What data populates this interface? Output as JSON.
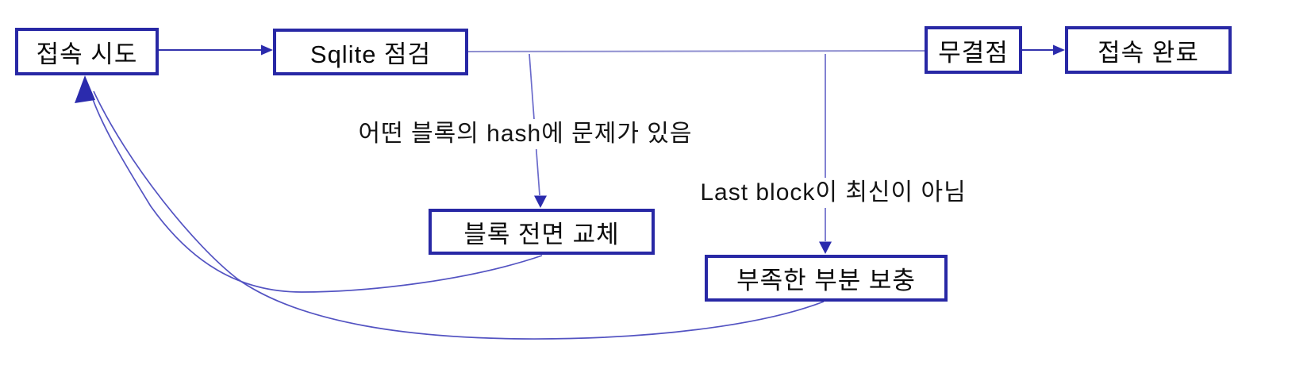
{
  "diagram": {
    "background": "#ffffff",
    "colors": {
      "box_border": "#2828a5",
      "box_fill": "#ffffff",
      "text": "#0a0a0a",
      "connector_dark": "#3333ad",
      "connector_light": "#8f8fd0",
      "connector_curve": "#5353c2",
      "arrowhead": "#2b2bad"
    },
    "nodes": [
      {
        "id": "attempt",
        "label": "접속 시도"
      },
      {
        "id": "sqlite-check",
        "label": "Sqlite 점검"
      },
      {
        "id": "no-defect",
        "label": "무결점"
      },
      {
        "id": "complete",
        "label": "접속 완료"
      },
      {
        "id": "replace-blocks",
        "label": "블록 전면 교체"
      },
      {
        "id": "fill-missing",
        "label": "부족한 부분 보충"
      }
    ],
    "edge_labels": [
      {
        "id": "hash-problem",
        "text": "어떤 블록의 hash에 문제가 있음"
      },
      {
        "id": "not-latest",
        "text": "Last block이 최신이 아님"
      }
    ],
    "edges": [
      {
        "from": "접속 시도",
        "to": "Sqlite 점검",
        "label": ""
      },
      {
        "from": "Sqlite 점검",
        "to": "무결점",
        "label": ""
      },
      {
        "from": "무결점",
        "to": "접속 완료",
        "label": ""
      },
      {
        "from": "Sqlite 점검",
        "to": "블록 전면 교체",
        "label": "어떤 블록의 hash에 문제가 있음"
      },
      {
        "from": "Sqlite 점검",
        "to": "부족한 부분 보충",
        "label": "Last block이 최신이 아님"
      },
      {
        "from": "블록 전면 교체",
        "to": "접속 시도",
        "label": ""
      },
      {
        "from": "부족한 부분 보충",
        "to": "접속 시도",
        "label": ""
      }
    ]
  }
}
